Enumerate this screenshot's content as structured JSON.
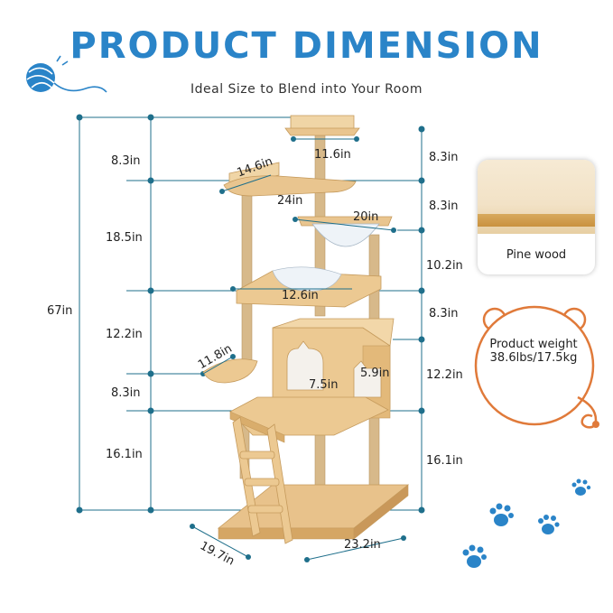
{
  "header": {
    "title": "PRODUCT DIMENSION",
    "subtitle": "Ideal Size to Blend into Your Room"
  },
  "dimensions": {
    "total_height": "67in",
    "left": [
      "8.3in",
      "18.5in",
      "12.2in",
      "8.3in",
      "16.1in"
    ],
    "right": [
      "8.3in",
      "8.3in",
      "10.2in",
      "8.3in",
      "12.2in",
      "16.1in"
    ],
    "top_perch_width": "11.6in",
    "side_perch_width": "14.6in",
    "platform_width": "24in",
    "bowl_width": "20in",
    "middle_platform_width": "12.6in",
    "side_step_width": "11.8in",
    "door_height": "7.5in",
    "door_width": "5.9in",
    "base_depth": "19.7in",
    "base_width": "23.2in"
  },
  "material": {
    "caption": "Pine wood"
  },
  "weight": {
    "label": "Product weight",
    "value": "38.6lbs/17.5kg"
  },
  "colors": {
    "accent": "#2a84c8",
    "dimension_line": "#1f6f8b",
    "wood": "#e9c58f",
    "sisal": "#d7b98a",
    "badge": "#e07a3a"
  }
}
